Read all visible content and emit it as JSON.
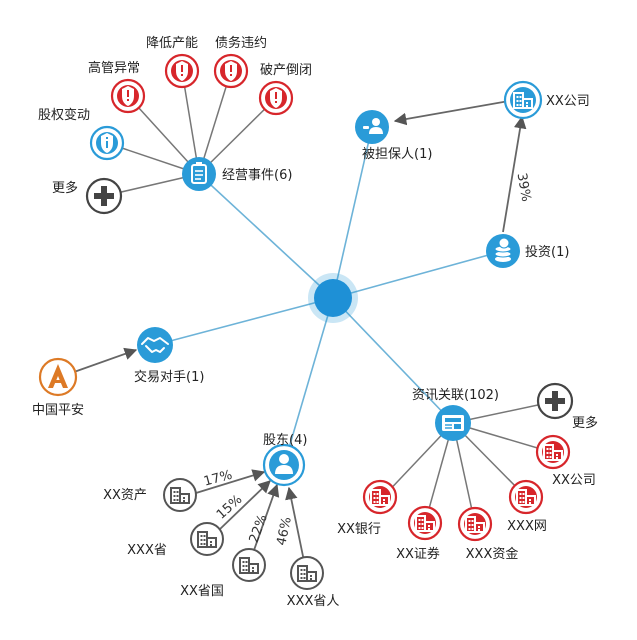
{
  "colors": {
    "blue": "#2a9bd8",
    "blue_link": "#6db3d8",
    "red": "#d7262b",
    "gray": "#555555",
    "orange": "#dd7a26"
  },
  "center": {
    "name": "center-node"
  },
  "hubs": {
    "events": {
      "label": "经营事件(6)",
      "icon": "clipboard-icon"
    },
    "guarantor": {
      "label": "被担保人(1)",
      "icon": "person-handshake-icon"
    },
    "investment": {
      "label": "投资(1)",
      "icon": "coins-icon"
    },
    "counterparty": {
      "label": "交易对手(1)",
      "icon": "handshake-icon"
    },
    "shareholders": {
      "label": "股东(4)",
      "icon": "user-icon"
    },
    "news": {
      "label": "资讯关联(102)",
      "icon": "newspaper-icon"
    }
  },
  "event_items": [
    {
      "label": "降低产能",
      "icon": "shield-alert-icon"
    },
    {
      "label": "债务违约",
      "icon": "shield-alert-icon"
    },
    {
      "label": "高管异常",
      "icon": "shield-alert-icon"
    },
    {
      "label": "破产倒闭",
      "icon": "shield-alert-icon"
    },
    {
      "label": "股权变动",
      "icon": "shield-info-icon"
    },
    {
      "label": "更多",
      "icon": "plus-icon"
    }
  ],
  "investment_target": {
    "label": "XX公司",
    "percent": "39%"
  },
  "counterparty_source": {
    "label": "中国平安",
    "icon": "pingan-logo-icon"
  },
  "shareholder_items": [
    {
      "label": "XX资产",
      "percent": "17%"
    },
    {
      "label": "XXX省",
      "percent": "15%"
    },
    {
      "label": "XX省国",
      "percent": "22%"
    },
    {
      "label": "XXX省人",
      "percent": "46%"
    }
  ],
  "news_items": [
    {
      "label": "更多",
      "icon": "plus-icon"
    },
    {
      "label": "XX公司",
      "icon": "building-icon"
    },
    {
      "label": "XXX网",
      "icon": "building-icon"
    },
    {
      "label": "XXX资金",
      "icon": "building-icon"
    },
    {
      "label": "XX证券",
      "icon": "building-icon"
    },
    {
      "label": "XX银行",
      "icon": "building-icon"
    }
  ]
}
